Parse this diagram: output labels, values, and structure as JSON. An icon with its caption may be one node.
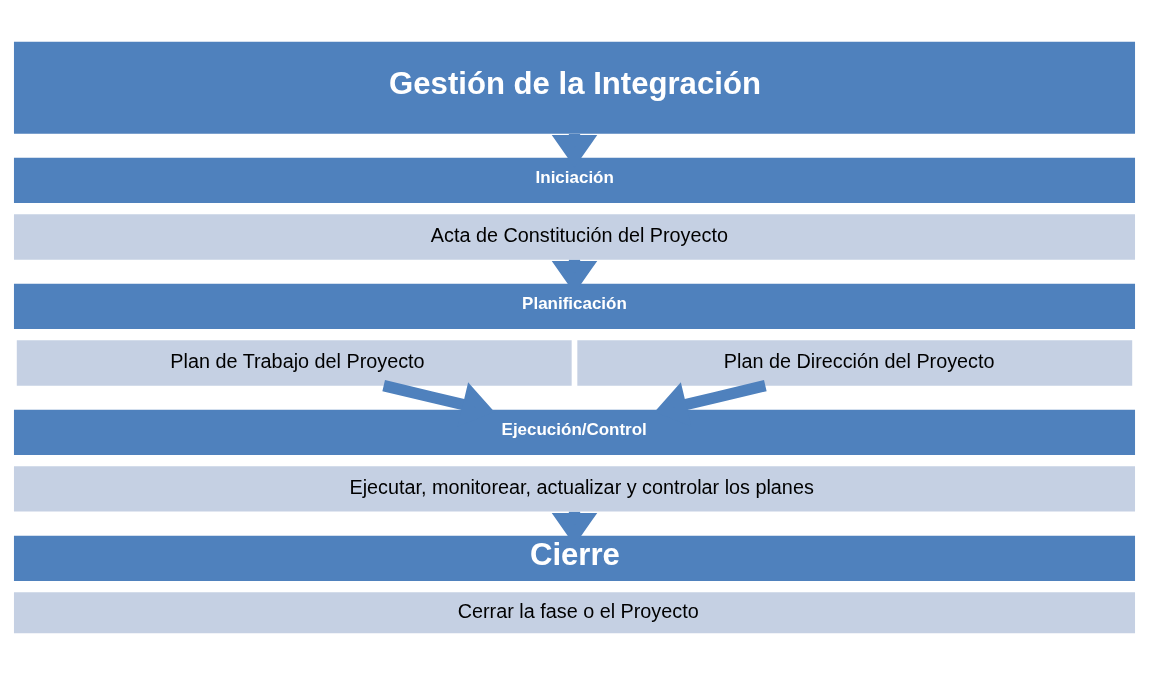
{
  "diagram": {
    "nodes": [
      {
        "text": [
          "Gestión de la Integración"
        ]
      },
      {
        "text": [
          "Iniciación"
        ]
      },
      {
        "text": [
          "Acta de Constitución del Proyecto"
        ]
      },
      {
        "text": [
          "Planificación"
        ]
      },
      {
        "text": [
          "Plan de Trabajo del Proyecto"
        ]
      },
      {
        "text": [
          "Plan de Dirección del Proyecto"
        ]
      },
      {
        "text": [
          "Ejecución/Control"
        ]
      },
      {
        "text": [
          "Ejecutar, monitorear, actualizar y controlar los planes"
        ]
      },
      {
        "text": [
          "Cierre"
        ]
      },
      {
        "text": [
          "Cerrar la fase o el Proyecto"
        ]
      }
    ],
    "edges": [
      {
        "from": 0,
        "to": 1,
        "arrow": "to"
      },
      {
        "from": 2,
        "to": 3,
        "arrow": "to"
      },
      {
        "from": 4,
        "to": 6,
        "arrow": "to"
      },
      {
        "from": 5,
        "to": 6,
        "arrow": "to"
      },
      {
        "from": 7,
        "to": 8,
        "arrow": "to"
      }
    ]
  }
}
